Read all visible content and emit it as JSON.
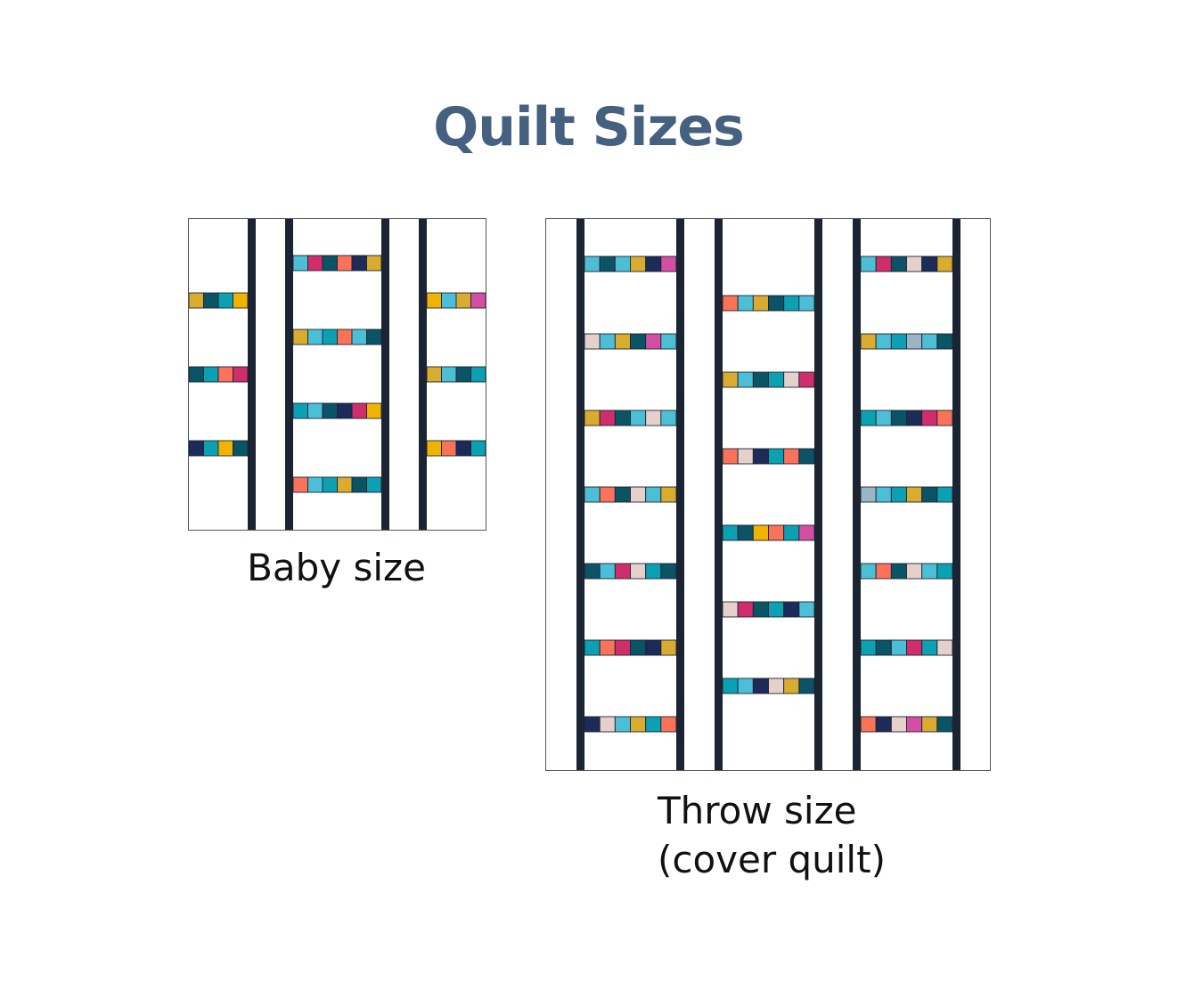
{
  "title": "Quilt Sizes",
  "colors": {
    "title": "#45617f",
    "rail": "#1b2433",
    "palette": {
      "gold": "#d9ab2e",
      "yellow": "#f0b400",
      "teal": "#0ba0b2",
      "sky": "#4cbfd6",
      "petrol": "#0b5466",
      "navy": "#1c2b57",
      "coral": "#f97259",
      "rose": "#cf2d6b",
      "magenta": "#d44fa3",
      "blush": "#e6d0cc",
      "slate": "#9ab5c5"
    }
  },
  "quilts": [
    {
      "name": "baby",
      "label_lines": [
        "Baby size"
      ],
      "columns": [
        {
          "rungs": [
            [
              "gold",
              "petrol",
              "teal",
              "yellow"
            ],
            [
              "petrol",
              "teal",
              "coral",
              "rose"
            ],
            [
              "navy",
              "teal",
              "yellow",
              "petrol"
            ]
          ]
        },
        {
          "rungs": [
            [
              "sky",
              "rose",
              "petrol",
              "coral",
              "navy",
              "gold"
            ],
            [
              "gold",
              "sky",
              "teal",
              "coral",
              "sky",
              "petrol"
            ],
            [
              "teal",
              "sky",
              "petrol",
              "navy",
              "rose",
              "yellow"
            ],
            [
              "coral",
              "sky",
              "teal",
              "gold",
              "petrol",
              "teal"
            ]
          ]
        },
        {
          "rungs": [
            [
              "yellow",
              "sky",
              "gold",
              "magenta"
            ],
            [
              "gold",
              "sky",
              "petrol",
              "teal"
            ],
            [
              "yellow",
              "coral",
              "navy",
              "teal"
            ]
          ]
        }
      ]
    },
    {
      "name": "throw",
      "label_lines": [
        "Throw size",
        "(cover quilt)"
      ],
      "columns": [
        {
          "rungs": [
            [
              "sky",
              "petrol",
              "sky",
              "gold",
              "navy",
              "magenta"
            ],
            [
              "blush",
              "sky",
              "gold",
              "petrol",
              "magenta",
              "sky"
            ],
            [
              "gold",
              "rose",
              "petrol",
              "sky",
              "blush",
              "sky"
            ],
            [
              "sky",
              "coral",
              "petrol",
              "blush",
              "sky",
              "gold"
            ],
            [
              "petrol",
              "sky",
              "rose",
              "blush",
              "teal",
              "petrol"
            ],
            [
              "teal",
              "coral",
              "rose",
              "petrol",
              "navy",
              "gold"
            ],
            [
              "navy",
              "blush",
              "sky",
              "gold",
              "teal",
              "coral"
            ]
          ]
        },
        {
          "rungs": [
            [
              "coral",
              "sky",
              "gold",
              "petrol",
              "teal",
              "sky"
            ],
            [
              "gold",
              "sky",
              "petrol",
              "teal",
              "blush",
              "rose"
            ],
            [
              "coral",
              "blush",
              "navy",
              "teal",
              "coral",
              "petrol"
            ],
            [
              "teal",
              "petrol",
              "yellow",
              "coral",
              "teal",
              "magenta"
            ],
            [
              "blush",
              "rose",
              "petrol",
              "teal",
              "navy",
              "sky"
            ],
            [
              "teal",
              "sky",
              "navy",
              "blush",
              "gold",
              "petrol"
            ]
          ]
        },
        {
          "rungs": [
            [
              "sky",
              "rose",
              "petrol",
              "blush",
              "navy",
              "gold"
            ],
            [
              "gold",
              "sky",
              "teal",
              "slate",
              "sky",
              "petrol"
            ],
            [
              "teal",
              "sky",
              "petrol",
              "navy",
              "rose",
              "coral"
            ],
            [
              "slate",
              "sky",
              "teal",
              "gold",
              "petrol",
              "teal"
            ],
            [
              "sky",
              "coral",
              "petrol",
              "blush",
              "sky",
              "teal"
            ],
            [
              "teal",
              "petrol",
              "sky",
              "rose",
              "teal",
              "blush"
            ],
            [
              "coral",
              "navy",
              "blush",
              "magenta",
              "gold",
              "petrol"
            ]
          ]
        }
      ]
    }
  ]
}
